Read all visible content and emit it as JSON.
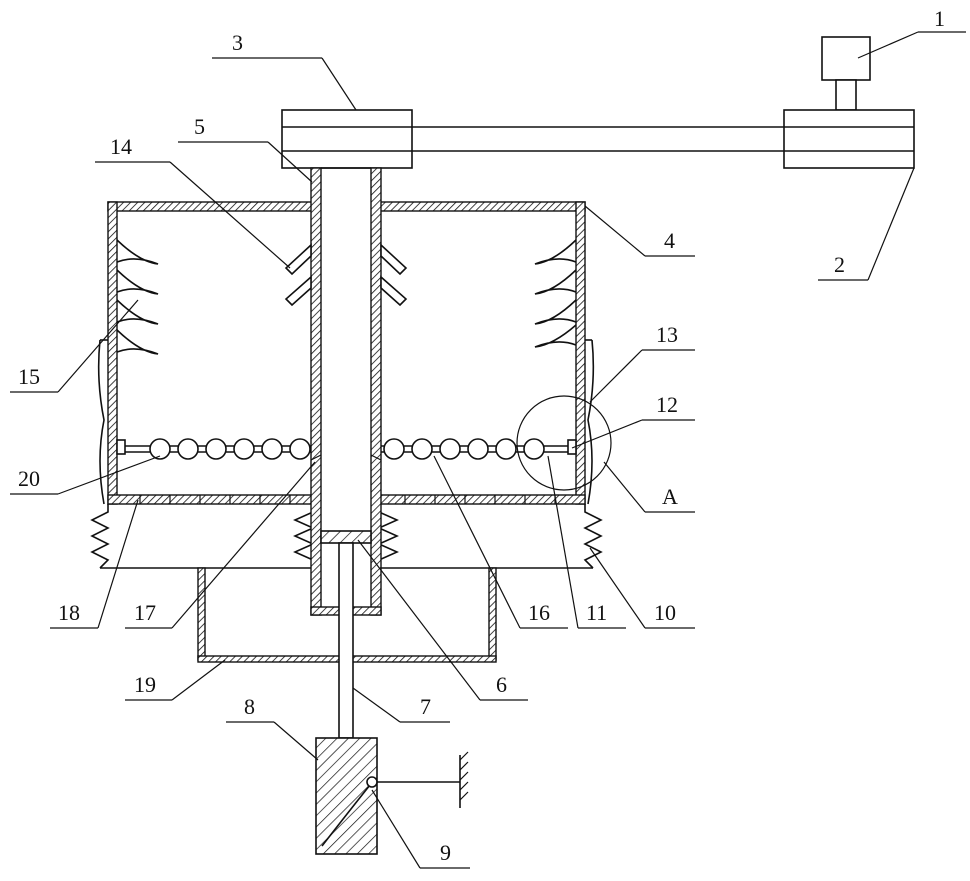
{
  "labels": {
    "l1": "1",
    "l2": "2",
    "l3": "3",
    "l4": "4",
    "l5": "5",
    "l6": "6",
    "l7": "7",
    "l8": "8",
    "l9": "9",
    "l10": "10",
    "l11": "11",
    "l12": "12",
    "l13": "13",
    "l14": "14",
    "l15": "15",
    "l16": "16",
    "l17": "17",
    "l18": "18",
    "l19": "19",
    "l20": "20",
    "lA": "A"
  }
}
